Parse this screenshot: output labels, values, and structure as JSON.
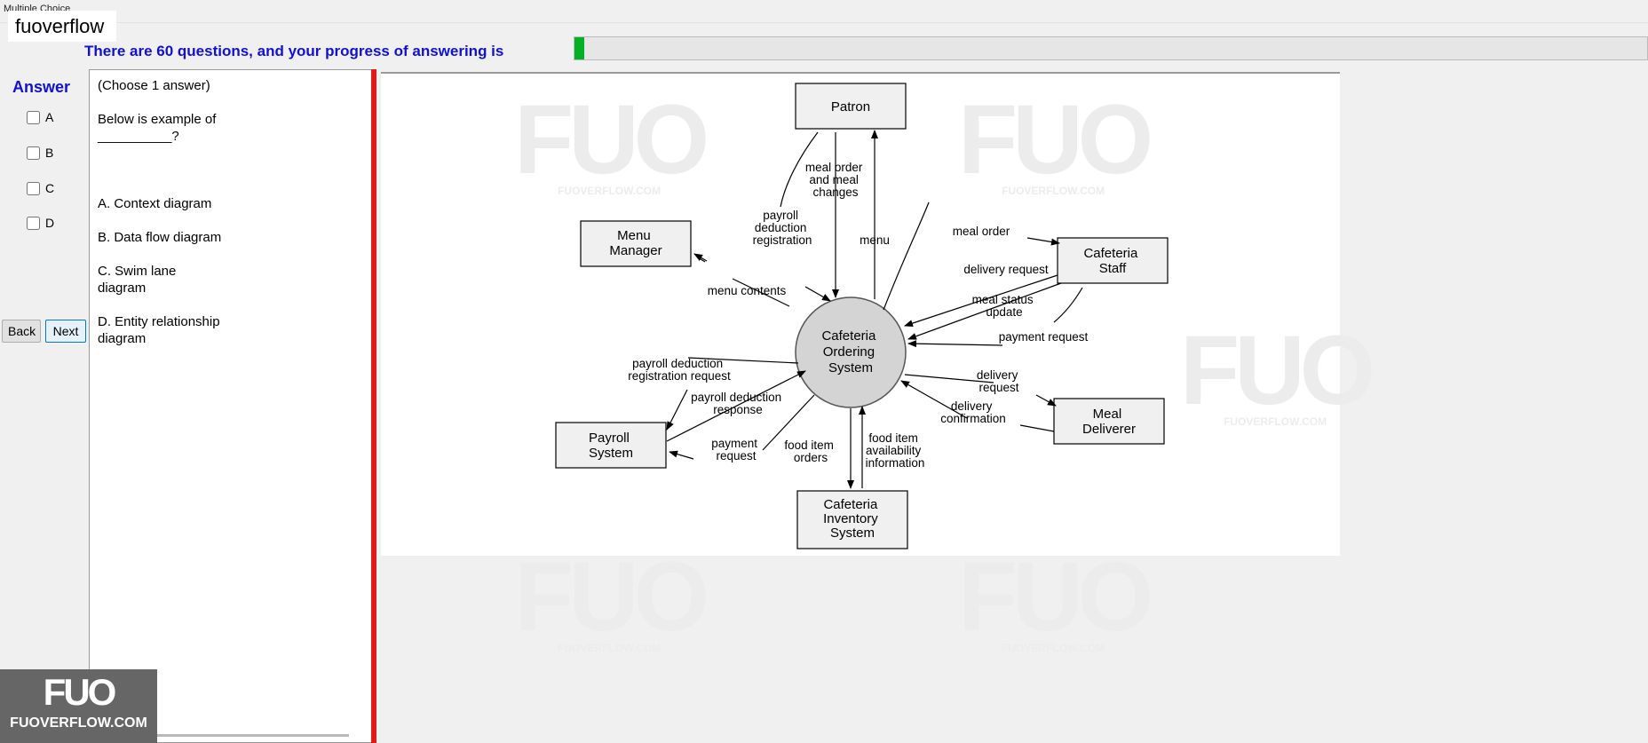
{
  "window": {
    "title": "Multiple Choice"
  },
  "brand": {
    "label": "fuoverflow"
  },
  "progress": {
    "text": "There are 60 questions, and your progress of answering is",
    "fraction": 0.009
  },
  "answer": {
    "title": "Answer",
    "options": [
      "A",
      "B",
      "C",
      "D"
    ]
  },
  "nav": {
    "back": "Back",
    "next": "Next"
  },
  "question": {
    "instruction": "(Choose 1 answer)",
    "prompt_line1": "Below is example of",
    "prompt_line2": "__________?",
    "choices": [
      "A.  Context diagram",
      "B.  Data flow diagram",
      "C.  Swim lane\ndiagram",
      "D.  Entity relationship\ndiagram"
    ]
  },
  "diagram": {
    "center": [
      "Cafeteria",
      "Ordering",
      "System"
    ],
    "entities": {
      "patron": [
        "Patron"
      ],
      "menu_manager": [
        "Menu",
        "Manager"
      ],
      "cafeteria_staff": [
        "Cafeteria",
        "Staff"
      ],
      "meal_deliverer": [
        "Meal",
        "Deliverer"
      ],
      "payroll_system": [
        "Payroll",
        "System"
      ],
      "inventory": [
        "Cafeteria",
        "Inventory",
        "System"
      ]
    },
    "flows": {
      "meal_order_changes": [
        "meal order",
        "and meal",
        "changes"
      ],
      "payroll_deduction_registration": [
        "payroll",
        "deduction",
        "registration"
      ],
      "menu": [
        "menu"
      ],
      "meal_order": [
        "meal order"
      ],
      "delivery_request_staff": [
        "delivery request"
      ],
      "meal_status_update": [
        "meal status",
        "update"
      ],
      "payment_request_staff": [
        "payment request"
      ],
      "menu_contents": [
        "menu contents"
      ],
      "payroll_deduction_registration_request": [
        "payroll deduction",
        "registration request"
      ],
      "payroll_deduction_response": [
        "payroll deduction",
        "response"
      ],
      "payment_request_payroll": [
        "payment",
        "request"
      ],
      "food_item_orders": [
        "food item",
        "orders"
      ],
      "food_item_availability": [
        "food item",
        "availability",
        "information"
      ],
      "delivery_request_deliverer": [
        "delivery",
        "request"
      ],
      "delivery_confirmation": [
        "delivery",
        "confirmation"
      ]
    }
  },
  "watermark": {
    "logo": "FUO",
    "site": "FUOVERFLOW.COM"
  },
  "corner_logo": {
    "logo": "FUO",
    "site": "FUOVERFLOW.COM"
  }
}
